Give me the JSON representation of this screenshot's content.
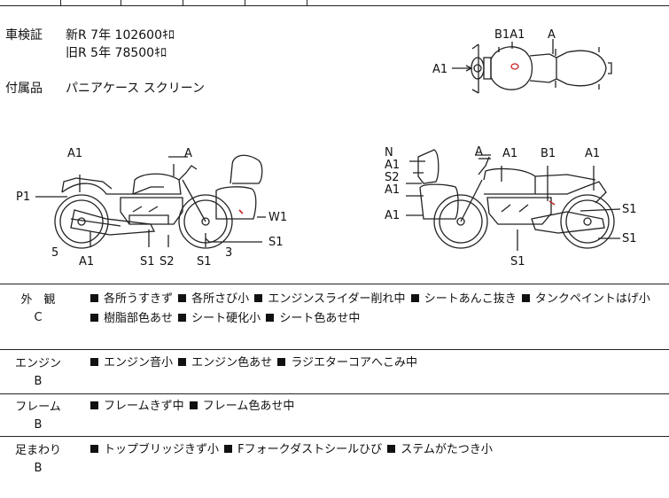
{
  "registration": {
    "label": "車検証",
    "new_line": "新R  7年 102600ｷﾛ",
    "old_line": "旧R  5年   78500ｷﾛ"
  },
  "accessories": {
    "label": "付属品",
    "value": "パニアケース スクリーン"
  },
  "diagram_labels": {
    "top_b1a1": "B1A1",
    "top_a": "A",
    "top_a1": "A1",
    "l_a1_top": "A1",
    "l_a_top": "A",
    "l_p1": "P1",
    "l_w1": "W1",
    "l_s1_right": "S1",
    "l_5": "5",
    "l_a1_bottom": "A1",
    "l_s1_mid": "S1",
    "l_s2": "S2",
    "l_s1_bottom": "S1",
    "l_3": "3",
    "r_n": "N",
    "r_a1_top": "A1",
    "r_s2": "S2",
    "r_a1_mid": "A1",
    "r_a1_low": "A1",
    "r_a_top": "A",
    "r_a1_tank": "A1",
    "r_b1": "B1",
    "r_a1_right": "A1",
    "r_s1_right_top": "S1",
    "r_s1_right_bottom": "S1",
    "r_s1_bottom": "S1"
  },
  "condition": [
    {
      "category": "外　観",
      "grade": "C",
      "lines": [
        [
          "各所うすきず",
          "各所さび小",
          "エンジンスライダー削れ中",
          "シートあんこ抜き",
          "タンクペイントはげ小"
        ],
        [
          "樹脂部色あせ",
          "シート硬化小",
          "シート色あせ中"
        ]
      ]
    },
    {
      "category": "エンジン",
      "grade": "B",
      "lines": [
        [
          "エンジン音小",
          "エンジン色あせ",
          "ラジエターコアへこみ中"
        ]
      ]
    },
    {
      "category": "フレーム",
      "grade": "B",
      "lines": [
        [
          "フレームきず中",
          "フレーム色あせ中"
        ]
      ]
    },
    {
      "category": "足まわり",
      "grade": "B",
      "lines": [
        [
          "トップブリッジきず小",
          "Fフォークダストシールひび",
          "ステムがたつき小"
        ]
      ]
    }
  ],
  "colors": {
    "line": "#222222",
    "damage_mark": "#cc2222"
  }
}
